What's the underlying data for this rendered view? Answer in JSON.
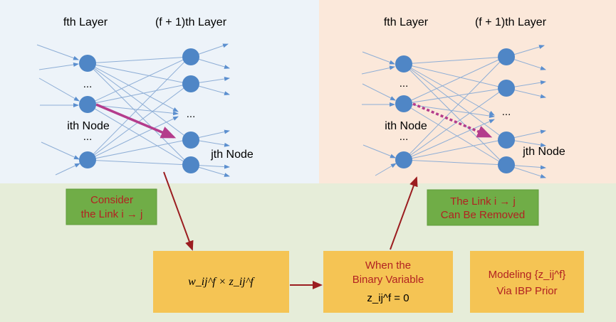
{
  "left_panel": {
    "layer_f_label": "fth Layer",
    "layer_f1_label": "(f + 1)th Layer",
    "node_i_label": "ith Node",
    "node_j_label": "jth Node",
    "dots": "...",
    "bg_color": "#edf3f9",
    "highlight_color": "#b43c8c"
  },
  "right_panel": {
    "layer_f_label": "fth Layer",
    "layer_f1_label": "(f + 1)th Layer",
    "node_i_label": "ith Node",
    "node_j_label": "jth Node",
    "dots": "...",
    "bg_color": "#fbe8da",
    "highlight_color": "#b43c8c"
  },
  "bottom_panel": {
    "bg_color": "#e6edd9"
  },
  "boxes": {
    "consider_line1": "Consider",
    "consider_line2": "the Link i → j",
    "weight_expr": "w_ij^f × z_ij^f",
    "binary_line1": "When the",
    "binary_line2": "Binary Variable",
    "binary_line3": "z_ij^f = 0",
    "removed_line1": "The Link i → j",
    "removed_line2": "Can Be Removed",
    "modeling_line1": "Modeling {z_ij^f}",
    "modeling_line2": "Via IBP Prior"
  },
  "colors": {
    "node": "#4f86c6",
    "edge": "#8eaed6",
    "green_box": "#70ad47",
    "yellow_box": "#f5c454",
    "text_red": "#b22222",
    "arrow_dark": "#9b1d20"
  }
}
